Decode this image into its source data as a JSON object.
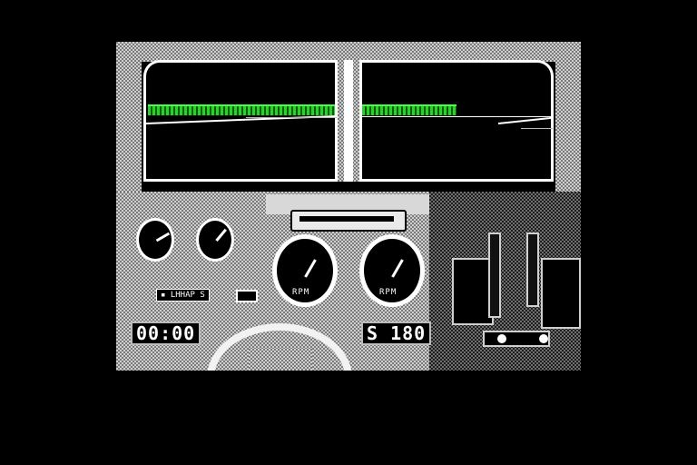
{
  "hud": {
    "timer": "00:00",
    "speed_display": "S 180",
    "warning_label": "LHHAP",
    "warning_suffix": "S",
    "rpm_left_label": "RPM",
    "rpm_right_label": "RPM"
  },
  "colors": {
    "treeline": "#2ad12a",
    "frame": "#ffffff",
    "sky": "#000000"
  }
}
